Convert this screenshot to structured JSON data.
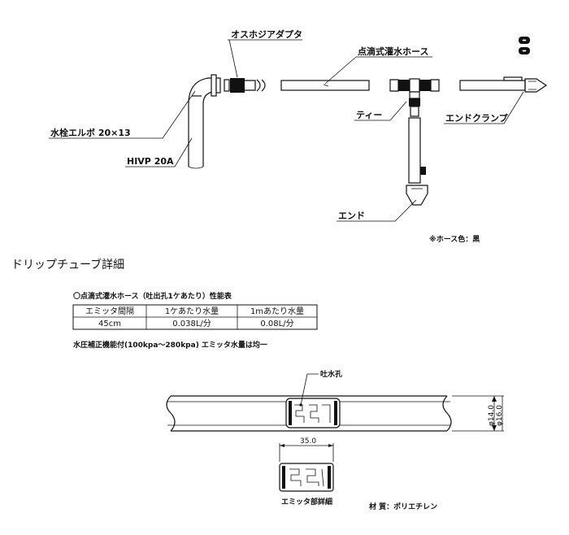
{
  "assembly": {
    "labels": {
      "male_adapter": "オスホジアダプタ",
      "drip_hose": "点滴式灌水ホース",
      "faucet_elbow": "水栓エルボ 20×13",
      "hivp": "HIVP 20A",
      "tee": "ティー",
      "end_clamp": "エンドクランプ",
      "end": "エンド",
      "hose_color": "※ホース色：黒"
    }
  },
  "detail": {
    "title": "ドリップチューブ詳細",
    "spec_title": "〇点滴式灌水ホース（吐出孔1ケあたり）性能表",
    "spec_table": {
      "headers": [
        "エミッタ間隔",
        "1ケあたり水量",
        "1mあたり水量"
      ],
      "rows": [
        [
          "45cm",
          "0.038L/分",
          "0.08L/分"
        ]
      ]
    },
    "note": "水圧補正機能付(100kpa～280kpa) エミッタ水量は均一",
    "emitter_hole_label": "吐水孔",
    "dims": {
      "outer": "φ16.0",
      "inner": "φ14.0",
      "emitter_length": "35.0"
    },
    "emitter_detail_label": "エミッタ部詳細",
    "material": "材 質：ポリエチレン"
  }
}
